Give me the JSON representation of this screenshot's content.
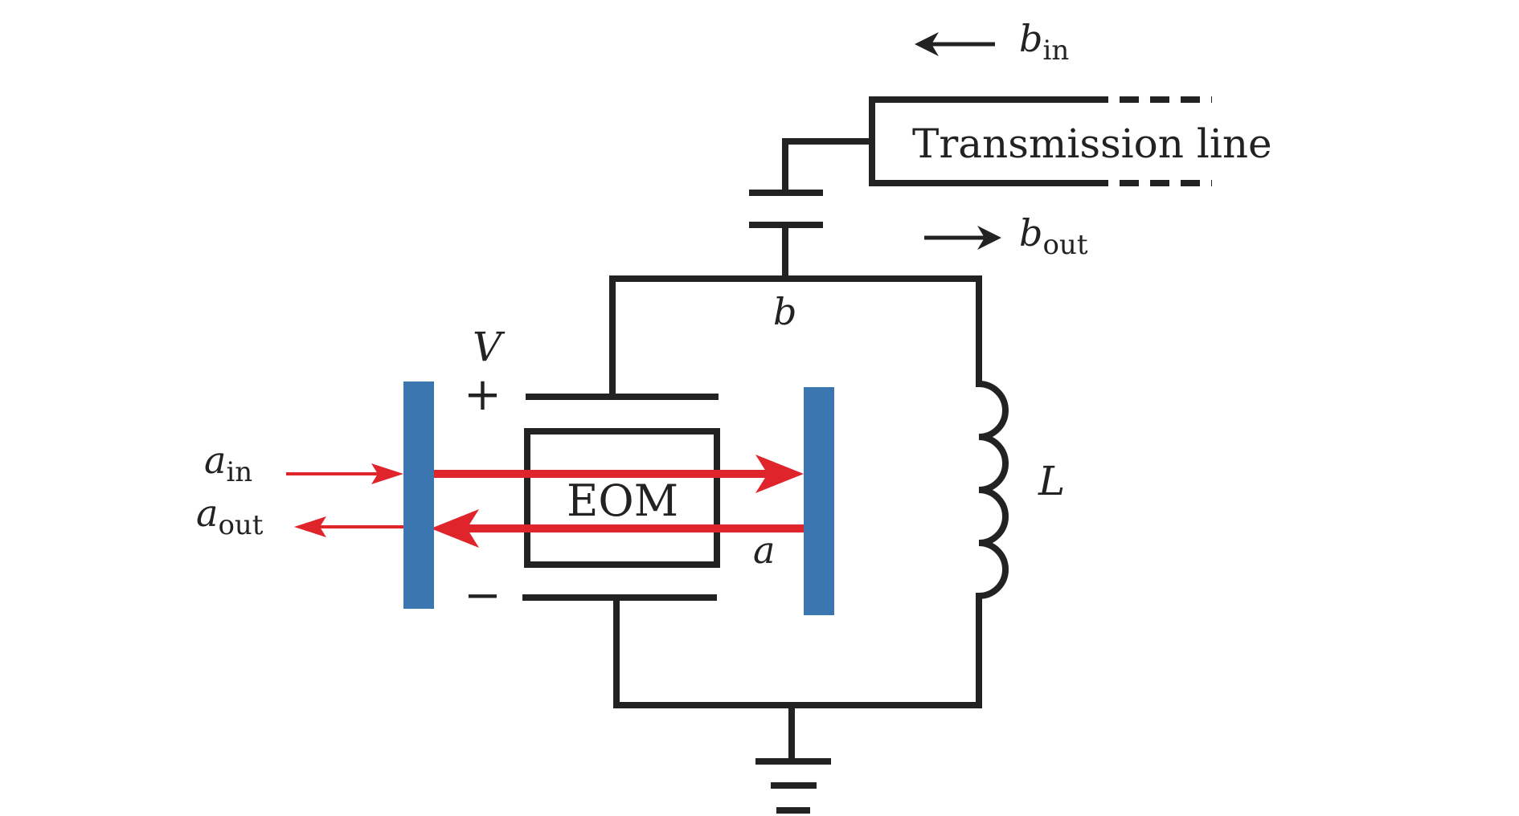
{
  "labels": {
    "b_in": {
      "symbol": "b",
      "subscript": "in"
    },
    "b_out": {
      "symbol": "b",
      "subscript": "out"
    },
    "a_in": {
      "symbol": "a",
      "subscript": "in"
    },
    "a_out": {
      "symbol": "a",
      "subscript": "out"
    },
    "transmission_line": "Transmission line",
    "node_b": "b",
    "voltage": "V",
    "plus": "+",
    "minus": "−",
    "eom": "EOM",
    "inductor": "L",
    "cavity_mode": "a"
  },
  "colors": {
    "wire": "#222222",
    "optical_beam": "#e0242b",
    "mirror": "#3c76b1",
    "background": "#ffffff"
  }
}
